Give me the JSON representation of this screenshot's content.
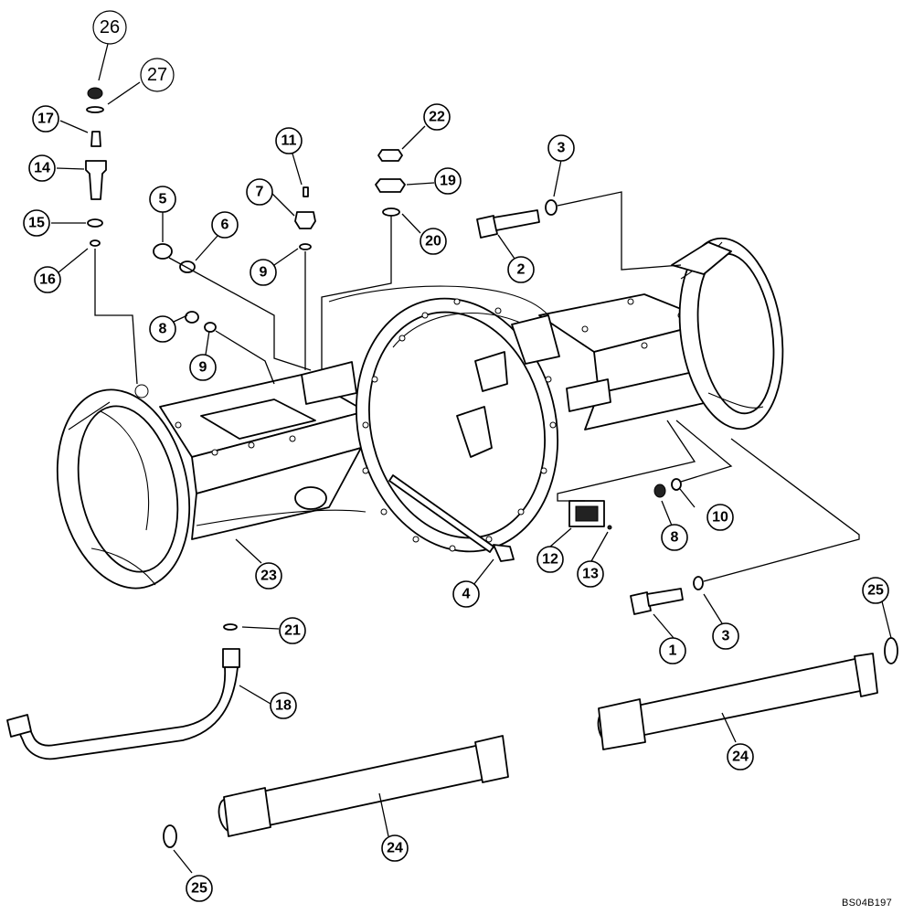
{
  "drawing_ref": "BS04B197",
  "callouts": [
    {
      "id": "c26",
      "label": "26",
      "style": "outline"
    },
    {
      "id": "c27",
      "label": "27",
      "style": "outline"
    },
    {
      "id": "c17",
      "label": "17",
      "style": "solid"
    },
    {
      "id": "c14",
      "label": "14",
      "style": "solid"
    },
    {
      "id": "c15",
      "label": "15",
      "style": "solid"
    },
    {
      "id": "c16",
      "label": "16",
      "style": "solid"
    },
    {
      "id": "c11",
      "label": "11",
      "style": "solid"
    },
    {
      "id": "c7",
      "label": "7",
      "style": "solid"
    },
    {
      "id": "c9a",
      "label": "9",
      "style": "solid"
    },
    {
      "id": "c5",
      "label": "5",
      "style": "solid"
    },
    {
      "id": "c6",
      "label": "6",
      "style": "solid"
    },
    {
      "id": "c22",
      "label": "22",
      "style": "solid"
    },
    {
      "id": "c19",
      "label": "19",
      "style": "solid"
    },
    {
      "id": "c20",
      "label": "20",
      "style": "solid"
    },
    {
      "id": "c3a",
      "label": "3",
      "style": "solid"
    },
    {
      "id": "c2",
      "label": "2",
      "style": "solid"
    },
    {
      "id": "c8a",
      "label": "8",
      "style": "solid"
    },
    {
      "id": "c9b",
      "label": "9",
      "style": "solid"
    },
    {
      "id": "c10",
      "label": "10",
      "style": "solid"
    },
    {
      "id": "c8b",
      "label": "8",
      "style": "solid"
    },
    {
      "id": "c12",
      "label": "12",
      "style": "solid"
    },
    {
      "id": "c13",
      "label": "13",
      "style": "solid"
    },
    {
      "id": "c4",
      "label": "4",
      "style": "solid"
    },
    {
      "id": "c23",
      "label": "23",
      "style": "solid"
    },
    {
      "id": "c1",
      "label": "1",
      "style": "solid"
    },
    {
      "id": "c3b",
      "label": "3",
      "style": "solid"
    },
    {
      "id": "c25a",
      "label": "25",
      "style": "solid"
    },
    {
      "id": "c21",
      "label": "21",
      "style": "solid"
    },
    {
      "id": "c18",
      "label": "18",
      "style": "solid"
    },
    {
      "id": "c24a",
      "label": "24",
      "style": "solid"
    },
    {
      "id": "c24b",
      "label": "24",
      "style": "solid"
    },
    {
      "id": "c25b",
      "label": "25",
      "style": "solid"
    }
  ]
}
